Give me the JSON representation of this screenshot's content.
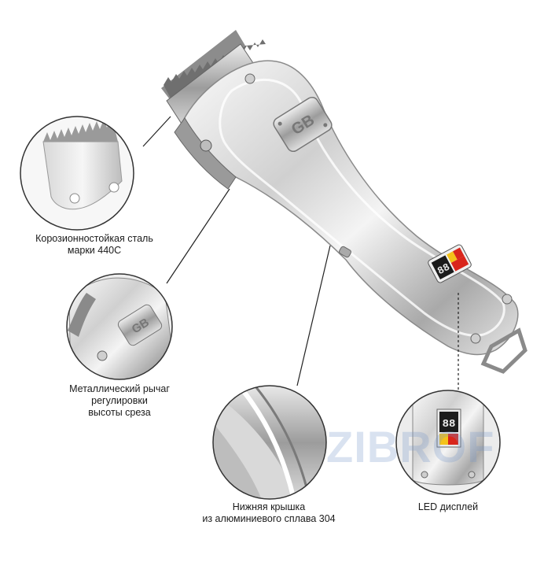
{
  "product": {
    "logo_text": "GB",
    "display_digits": "88"
  },
  "captions": {
    "blade": [
      "Корозионностойкая сталь",
      "марки 440С"
    ],
    "lever": [
      "Металлический рычаг",
      "регулировки",
      "высоты среза"
    ],
    "cover": [
      "Нижняя крышка",
      "из алюминиевого сплава 304"
    ],
    "display": [
      "LED дисплей"
    ]
  },
  "watermark": "ZIBROF",
  "colors": {
    "chrome_light": "#f2f2f2",
    "chrome_mid": "#c8c8c8",
    "chrome_dark": "#7a7a7a",
    "display_red": "#d9261c",
    "display_yellow": "#f4c21a"
  }
}
